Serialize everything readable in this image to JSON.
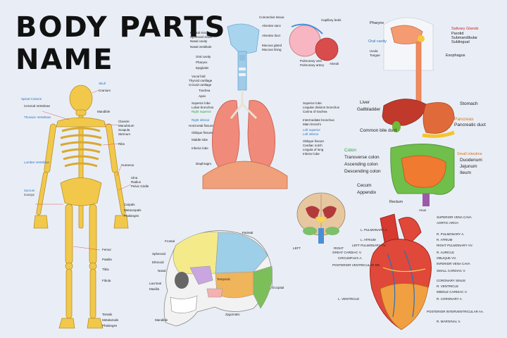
{
  "title": {
    "line1": "BODY PARTS",
    "line2": "NAME"
  },
  "skeleton": {
    "labels": [
      "Skull",
      "Cranium",
      "Spinal Column",
      "Cervical Vertebrae",
      "Mandible",
      "Clavicle",
      "Manubrium",
      "Scapula",
      "Sternum",
      "Thoracic Vertebrae",
      "Ribs",
      "Lumbar Vertebrae",
      "Humerus",
      "Ulna",
      "Radius",
      "Pelvic Girdle",
      "Sacrum",
      "Coccyx",
      "Carpals",
      "Metacarpals",
      "Phalanges",
      "Femur",
      "Patella",
      "Tibia",
      "Fibula",
      "Tarsals",
      "Metatarsals",
      "Phalanges"
    ]
  },
  "respiratory": {
    "labels": [
      "Frontal sinus",
      "Sphenoid sinus",
      "Nasal cavity",
      "Nasal vestibule",
      "Oral cavity",
      "Pharynx",
      "Epiglottis",
      "Vocal fold",
      "Thyroid cartilage",
      "Cricoid cartilage",
      "Trachea",
      "Apex",
      "Superior lobe",
      "Lobar bronchus",
      "Right superior",
      "Right inferior",
      "Horizontal fissure",
      "Oblique fissure",
      "Middle lobe",
      "Inferior lobe",
      "Diaphragm",
      "Connective tissue",
      "Alveolar sacs",
      "Alveolar duct",
      "Capillary beds",
      "Mucous gland",
      "Mucous lining",
      "Pulmonary vein",
      "Pulmonary artery",
      "Alveoli",
      "Superior lobe",
      "Lingular division bronchus",
      "Carina of trachea",
      "Intermediate bronchus",
      "Main bronchi",
      "Left superior",
      "Left inferior",
      "Oblique fissure",
      "Cardiac notch",
      "Lingula of lung",
      "Inferior lobe"
    ]
  },
  "digestive": {
    "labels": [
      "Pharynx",
      "Salivary Glands",
      "Parotid",
      "Submandibular",
      "Sublingual",
      "Oral cavity",
      "Uvula",
      "Tongue",
      "Esophagus",
      "Liver",
      "Gallbladder",
      "Stomach",
      "Pancreas",
      "Pancreatic duct",
      "Common bile duct",
      "Colon",
      "Transverse colon",
      "Ascending colon",
      "Descending colon",
      "Small intestine",
      "Duodenum",
      "Jejunum",
      "Ileum",
      "Cecum",
      "Appendix",
      "Rectum",
      "Anus"
    ]
  },
  "brain": {
    "left": "LEFT",
    "right": "RIGHT"
  },
  "skull": {
    "labels": [
      "Frontal",
      "Parietal",
      "Sphenoid",
      "Ethmoid",
      "Nasal",
      "Lacrimal",
      "Maxilla",
      "Temporal",
      "Occipital",
      "Zygomatic",
      "Mandible"
    ]
  },
  "heart": {
    "labels": [
      "SUPERIOR VENA CAVA",
      "AORTIC ARCH",
      "L. PULMONARY A.",
      "R. PULMONARY A.",
      "L. ATRIUM",
      "R. ATRIUM",
      "RIGHT PULMONARY VV.",
      "LEFT PULMONARY VV.",
      "GREAT CARDIAC V.",
      "CIRCUMFLEX A.",
      "R. AURICLE",
      "OBLIQUE VV.",
      "INFERIOR VENA CAVA",
      "SMALL CARDIAC V.",
      "POSTERIOR VENTRICULAR BR.",
      "CORONARY SINUS",
      "L. VENTRICLE",
      "R. VENTRICLE",
      "MIDDLE CARDIAC V.",
      "R. CORONARY A.",
      "POSTERIOR INTERVENTRICULAR AA.",
      "R. MARGINAL V."
    ]
  },
  "colors": {
    "background": "#e9eef6",
    "bone": "#f2c84b",
    "heart": "#e0483a",
    "lung": "#f08a7a"
  }
}
